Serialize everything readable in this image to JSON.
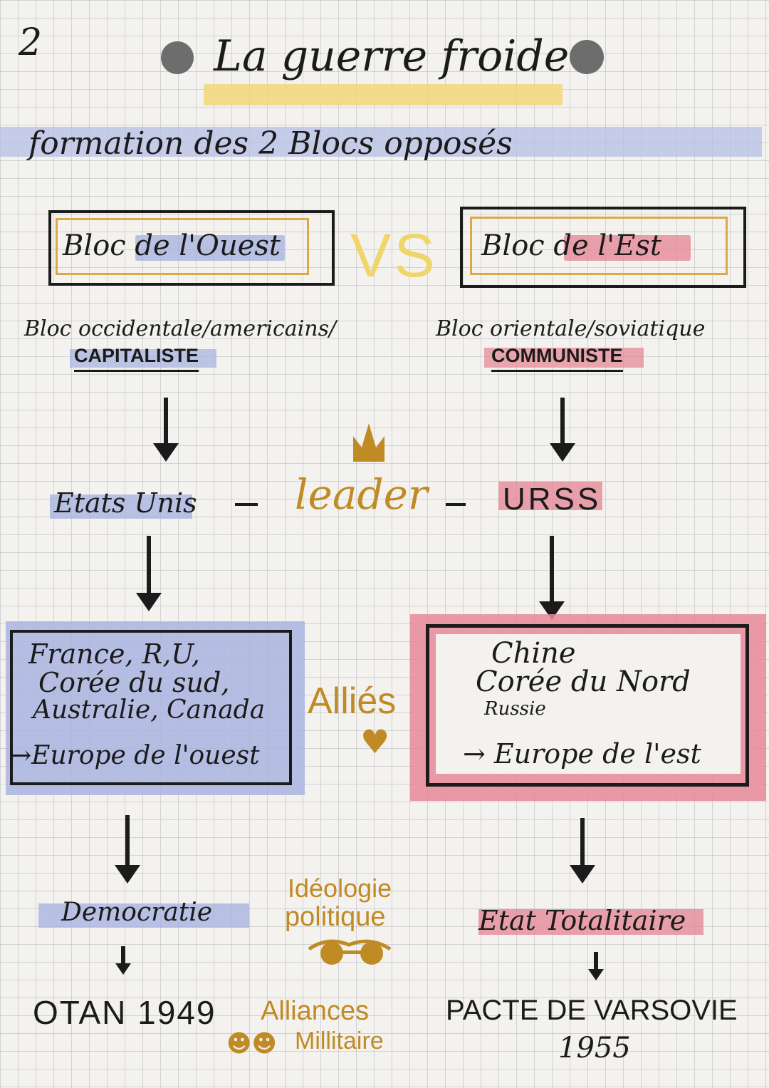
{
  "page_number": "2",
  "title": "La guerre froide",
  "subtitle": "formation des 2 Blocs opposés",
  "vs": "VS",
  "west": {
    "box_label": "Bloc de l'Ouest",
    "desc": "Bloc occidentale/americains/",
    "ideology": "CAPITALISTE",
    "leader": "Etats Unis",
    "allies_lines": [
      "France, R,U,",
      "Corée du sud,",
      "Australie, Canada"
    ],
    "allies_region": "→Europe de l'ouest",
    "regime": "Democratie",
    "alliance": "OTAN 1949"
  },
  "east": {
    "box_label": "Bloc de l'Est",
    "desc": "Bloc orientale/soviatique",
    "ideology": "COMMUNISTE",
    "leader": "URSS",
    "allies_lines": [
      "Chine",
      "Corée du Nord",
      "Russie"
    ],
    "allies_region": "→ Europe de l'est",
    "regime": "Etat Totalitaire",
    "alliance_line1": "PACTE DE VARSOVIE",
    "alliance_line2": "1955"
  },
  "center": {
    "leader_label": "leader",
    "allies_label": "Alliés",
    "ideology_line1": "Idéologie",
    "ideology_line2": "politique",
    "military_line1": "Alliances",
    "military_line2": "Millitaire"
  },
  "colors": {
    "yellow": "#f3d77a",
    "blue": "#a9b4e0",
    "red": "#e58a98",
    "gold": "#c08a24",
    "ink": "#1b1b1b"
  }
}
